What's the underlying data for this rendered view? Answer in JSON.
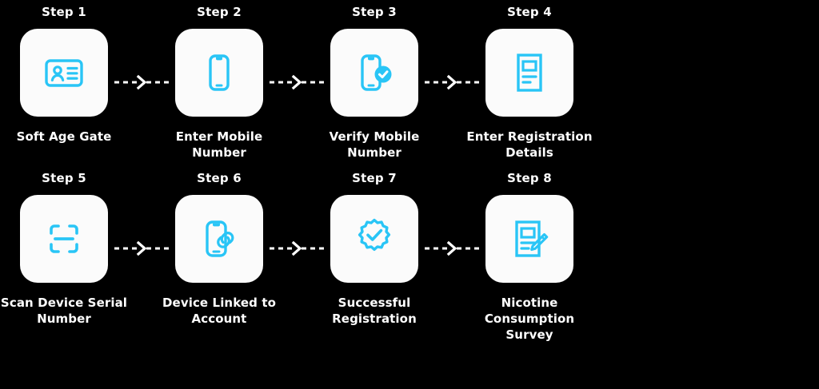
{
  "theme": {
    "background": "#000000",
    "card_background": "#fbfbfb",
    "icon_color": "#29c5f6",
    "text_color": "#ffffff",
    "connector_color": "#ffffff"
  },
  "diagram": {
    "title": "",
    "type": "process-flow",
    "rows": 2,
    "columns": 4,
    "connector_symbol": "dashed-arrow-right"
  },
  "steps": [
    {
      "number": "Step 1",
      "label": "Soft Age Gate",
      "icon": "id-card-icon",
      "row": 1
    },
    {
      "number": "Step 2",
      "label": "Enter Mobile Number",
      "icon": "mobile-phone-icon",
      "row": 1
    },
    {
      "number": "Step 3",
      "label": "Verify Mobile Number",
      "icon": "phone-check-icon",
      "row": 1
    },
    {
      "number": "Step 4",
      "label": "Enter Registration Details",
      "icon": "registration-form-icon",
      "row": 1
    },
    {
      "number": "Step 5",
      "label": "Scan Device Serial Number",
      "icon": "scan-frame-icon",
      "row": 2
    },
    {
      "number": "Step 6",
      "label": "Device Linked to Account",
      "icon": "phone-link-icon",
      "row": 2
    },
    {
      "number": "Step 7",
      "label": "Successful Registration",
      "icon": "verified-badge-check-icon",
      "row": 2
    },
    {
      "number": "Step 8",
      "label": "Nicotine Consumption Survey",
      "icon": "survey-pencil-icon",
      "row": 2
    }
  ]
}
